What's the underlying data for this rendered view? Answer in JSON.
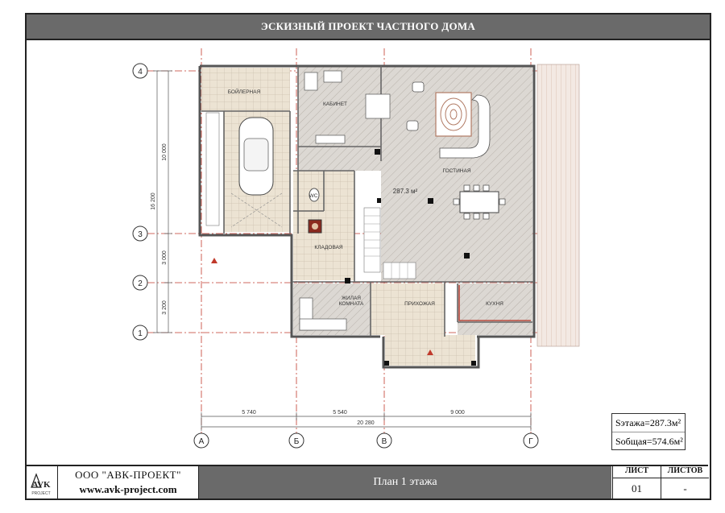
{
  "title": "ЭСКИЗНЫЙ ПРОЕКТ ЧАСТНОГО ДОМА",
  "stamp": {
    "company": "ООО \"АВК-ПРОЕКТ\"",
    "website": "www.avk-project.com",
    "sheet_title": "План 1 этажа",
    "sheet_label": "ЛИСТ",
    "sheets_label": "ЛИСТОВ",
    "sheet_number": "01",
    "sheets_total": "-",
    "logo_text": "AVK",
    "logo_sub": "PROJECT"
  },
  "areas": {
    "floor": "Sэтажа=287.3м²",
    "total": "Sобщая=574.6м²"
  },
  "axes": {
    "vertical": [
      "А",
      "Б",
      "В",
      "Г"
    ],
    "horizontal": [
      "1",
      "2",
      "3",
      "4"
    ]
  },
  "dimensions": {
    "horizontal": [
      "5 740",
      "5 540",
      "9 000",
      "20 280"
    ],
    "vertical": [
      "10 000",
      "3 000",
      "3 200",
      "16 200"
    ]
  },
  "rooms": {
    "boiler": "БОЙЛЕРНАЯ",
    "study": "КАБИНЕТ",
    "living": "ГОСТИНАЯ",
    "total_area": "287.3 м²",
    "wc": "WC",
    "storage": "КЛАДОВАЯ",
    "bedroom_1": "ЖИЛАЯ",
    "bedroom_2": "КОМНАТА",
    "hall": "ПРИХОЖАЯ",
    "kitchen": "КУХНЯ"
  },
  "colors": {
    "title_bg": "#6a6a6a",
    "axis_line": "#c0392b",
    "wall": "#555555",
    "floor_hatch": "#d8d4cf",
    "tile": "#e9e0d2"
  }
}
